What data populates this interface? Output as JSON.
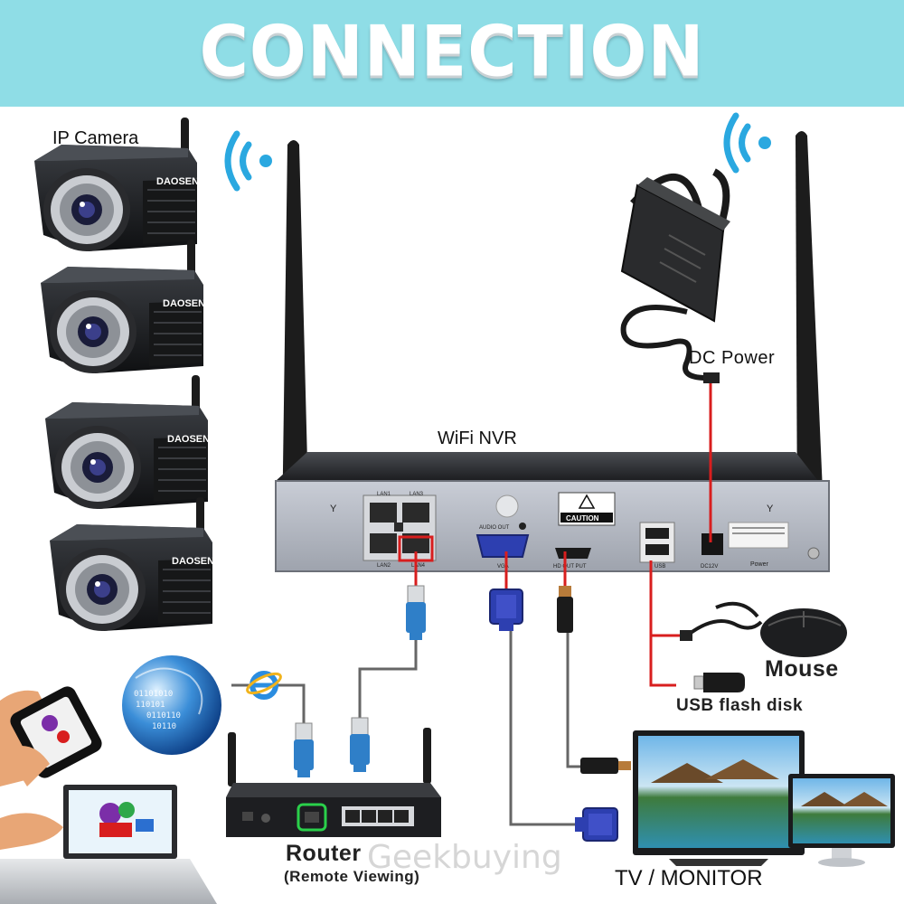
{
  "banner": {
    "title": "CONNECTION",
    "bg_color": "#8fdde6"
  },
  "labels": {
    "ip_camera": "IP Camera",
    "wifi_nvr": "WiFi NVR",
    "dc_power": "DC Power",
    "mouse": "Mouse",
    "usb_flash_disk": "USB flash disk",
    "router": "Router",
    "router_sub": "(Remote Viewing)",
    "tv_monitor": "TV / MONITOR",
    "watermark": "Geekbuying"
  },
  "cameras": {
    "brand": "DAOSEN",
    "count": 4
  },
  "nvr_ports": {
    "lan1": "LAN1",
    "lan2": "LAN2",
    "lan3": "LAN3",
    "lan4": "LAN4",
    "audio_out": "AUDIO OUT",
    "vga": "VGA",
    "hdmi": "HD OUT PUT",
    "caution": "CAUTION",
    "usb": "USB",
    "dc12v": "DC12V",
    "power": "Power"
  },
  "colors": {
    "cable_red": "#d81e1e",
    "cable_gray": "#666666",
    "wifi_blue": "#2aa8e0",
    "ethernet_blue": "#2f7fc8",
    "vga_blue": "#2d3fb0"
  }
}
